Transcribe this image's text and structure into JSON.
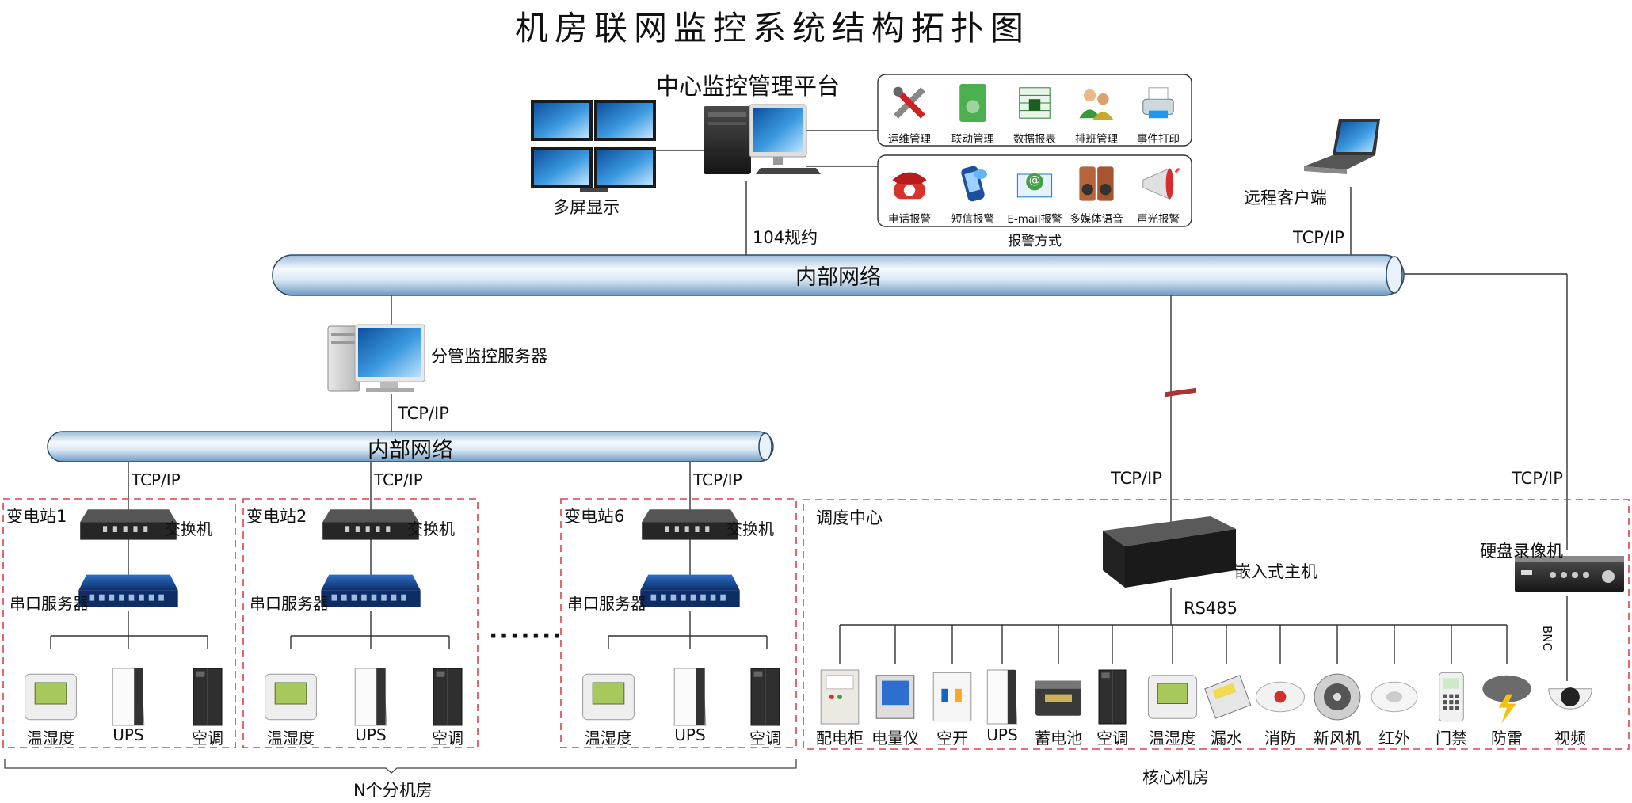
{
  "title": "机房联网监控系统结构拓扑图",
  "central": {
    "label": "中心监控管理平台",
    "multiscreen_label": "多屏显示",
    "protocol_label": "104规约"
  },
  "functions": [
    {
      "label": "运维管理",
      "icon": "tools-icon"
    },
    {
      "label": "联动管理",
      "icon": "folder-gear-icon"
    },
    {
      "label": "数据报表",
      "icon": "spreadsheet-icon"
    },
    {
      "label": "排班管理",
      "icon": "people-icon"
    },
    {
      "label": "事件打印",
      "icon": "printer-icon"
    }
  ],
  "alarms": {
    "caption": "报警方式",
    "items": [
      {
        "label": "电话报警",
        "icon": "telephone-icon"
      },
      {
        "label": "短信报警",
        "icon": "sms-phone-icon"
      },
      {
        "label": "E-mail报警",
        "icon": "email-icon"
      },
      {
        "label": "多媒体语音",
        "icon": "speaker-icon"
      },
      {
        "label": "声光报警",
        "icon": "megaphone-icon"
      }
    ]
  },
  "remote": {
    "label": "远程客户端",
    "protocol_label": "TCP/IP"
  },
  "networks": {
    "main_label": "内部网络",
    "sub_label": "内部网络"
  },
  "branch_server": {
    "label": "分管监控服务器",
    "protocol_label": "TCP/IP"
  },
  "substations": [
    {
      "name": "变电站1",
      "protocol_label": "TCP/IP",
      "switch_label": "交换机",
      "serial_label": "串口服务器",
      "devices": [
        "温湿度",
        "UPS",
        "空调"
      ]
    },
    {
      "name": "变电站2",
      "protocol_label": "TCP/IP",
      "switch_label": "交换机",
      "serial_label": "串口服务器",
      "devices": [
        "温湿度",
        "UPS",
        "空调"
      ]
    },
    {
      "name": "变电站6",
      "protocol_label": "TCP/IP",
      "switch_label": "交换机",
      "serial_label": "串口服务器",
      "devices": [
        "温湿度",
        "UPS",
        "空调"
      ]
    }
  ],
  "ellipsis": "·······",
  "n_rooms_label": "N个分机房",
  "dispatch": {
    "name": "调度中心",
    "host_protocol_label": "TCP/IP",
    "host_label": "嵌入式主机",
    "bus_label": "RS485",
    "dvr_protocol_label": "TCP/IP",
    "dvr_label": "硬盘录像机",
    "bnc_label": "BNC",
    "devices": [
      "配电柜",
      "电量仪",
      "空开",
      "UPS",
      "蓄电池",
      "空调",
      "温湿度",
      "漏水",
      "消防",
      "新风机",
      "红外",
      "门禁",
      "防雷",
      "视频"
    ]
  },
  "core_label": "核心机房",
  "colors": {
    "dash_border": "#e0404a",
    "pipe_light": "#f2f8fc",
    "pipe_dark": "#7fa9cc",
    "line": "#333333"
  }
}
